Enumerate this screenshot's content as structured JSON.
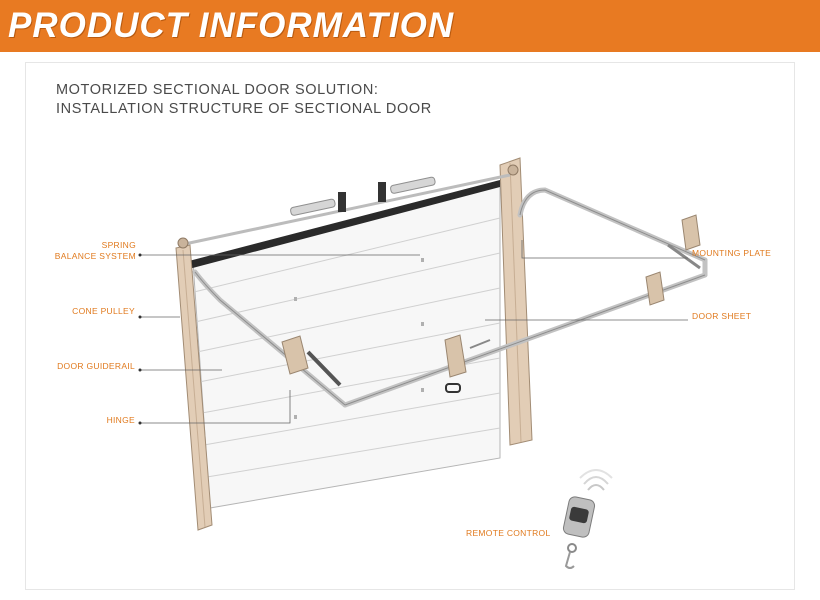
{
  "header": {
    "title": "PRODUCT INFORMATION"
  },
  "diagram": {
    "heading_line1": "MOTORIZED SECTIONAL DOOR SOLUTION:",
    "heading_line2": "INSTALLATION STRUCTURE OF SECTIONAL DOOR",
    "labels": {
      "spring_line1": "SPRING",
      "spring_line2": "BALANCE SYSTEM",
      "cone_pulley": "CONE PULLEY",
      "door_guiderail": "DOOR GUIDERAIL",
      "hinge": "HINGE",
      "mounting_plate": "MOUNTING PLATE",
      "door_sheet": "DOOR SHEET",
      "remote_control": "REMOTE CONTROL"
    }
  },
  "colors": {
    "banner": "#e87a22",
    "label": "#e07a1e",
    "frame_wood": "#e2cdb6"
  }
}
